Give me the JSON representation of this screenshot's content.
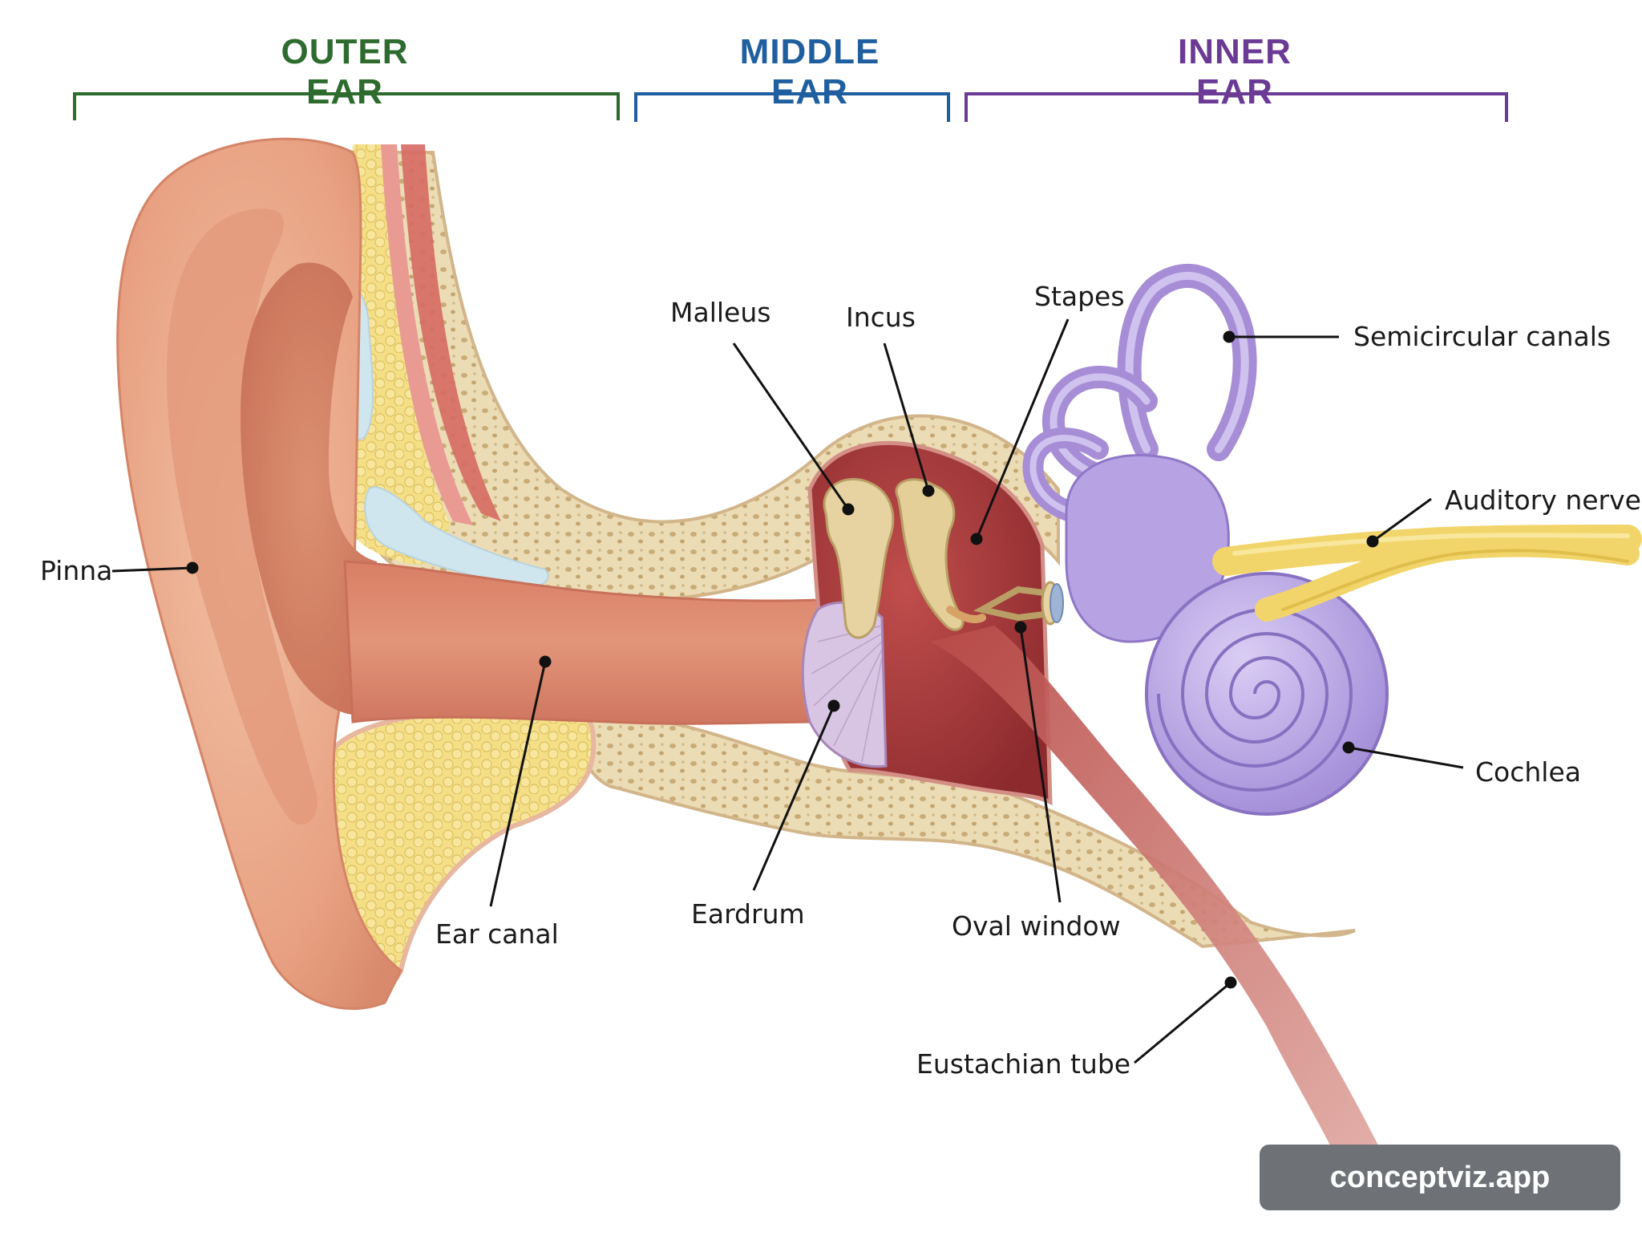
{
  "regions": {
    "outer": {
      "title": "OUTER EAR",
      "color": "#2e6b2e"
    },
    "middle": {
      "title": "MIDDLE EAR",
      "color": "#1f5fa0"
    },
    "inner": {
      "title": "INNER EAR",
      "color": "#6a3a95"
    }
  },
  "labels": {
    "pinna": "Pinna",
    "ear_canal": "Ear canal",
    "malleus": "Malleus",
    "incus": "Incus",
    "stapes": "Stapes",
    "semicircular_canals": "Semicircular canals",
    "auditory_nerve": "Auditory nerve",
    "cochlea": "Cochlea",
    "eardrum": "Eardrum",
    "oval_window": "Oval window",
    "eustachian_tube": "Eustachian tube"
  },
  "watermark": "conceptviz.app",
  "colors": {
    "skin": "#e9a483",
    "canal": "#d9826a",
    "fat": "#f3df86",
    "cartilage": "#cfe6ef",
    "bone": "#eadbb8",
    "cavity": "#a83a3c",
    "ossicle": "#e7d3a1",
    "labyrinth": "#b7a3e3",
    "nerve": "#f2d56a"
  }
}
